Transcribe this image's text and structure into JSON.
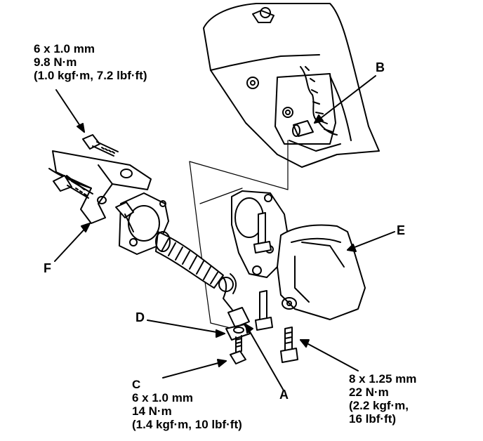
{
  "labels": {
    "a": "A",
    "b": "B",
    "c": "C",
    "d": "D",
    "e": "E",
    "f": "F"
  },
  "spec_f_bolt": {
    "size": "6 x 1.0 mm",
    "torque": "9.8 N·m",
    "torque_alt": "(1.0 kgf·m, 7.2 lbf·ft)"
  },
  "spec_c_bolt": {
    "size": "6 x 1.0 mm",
    "torque": "14 N·m",
    "torque_alt": "(1.4 kgf·m, 10 lbf·ft)"
  },
  "spec_e_bolt": {
    "size": "8 x 1.25 mm",
    "torque": "22 N·m",
    "torque_alt_1": "(2.2 kgf·m,",
    "torque_alt_2": "16 lbf·ft)"
  },
  "colors": {
    "ink": "#000000",
    "paper": "#ffffff"
  }
}
